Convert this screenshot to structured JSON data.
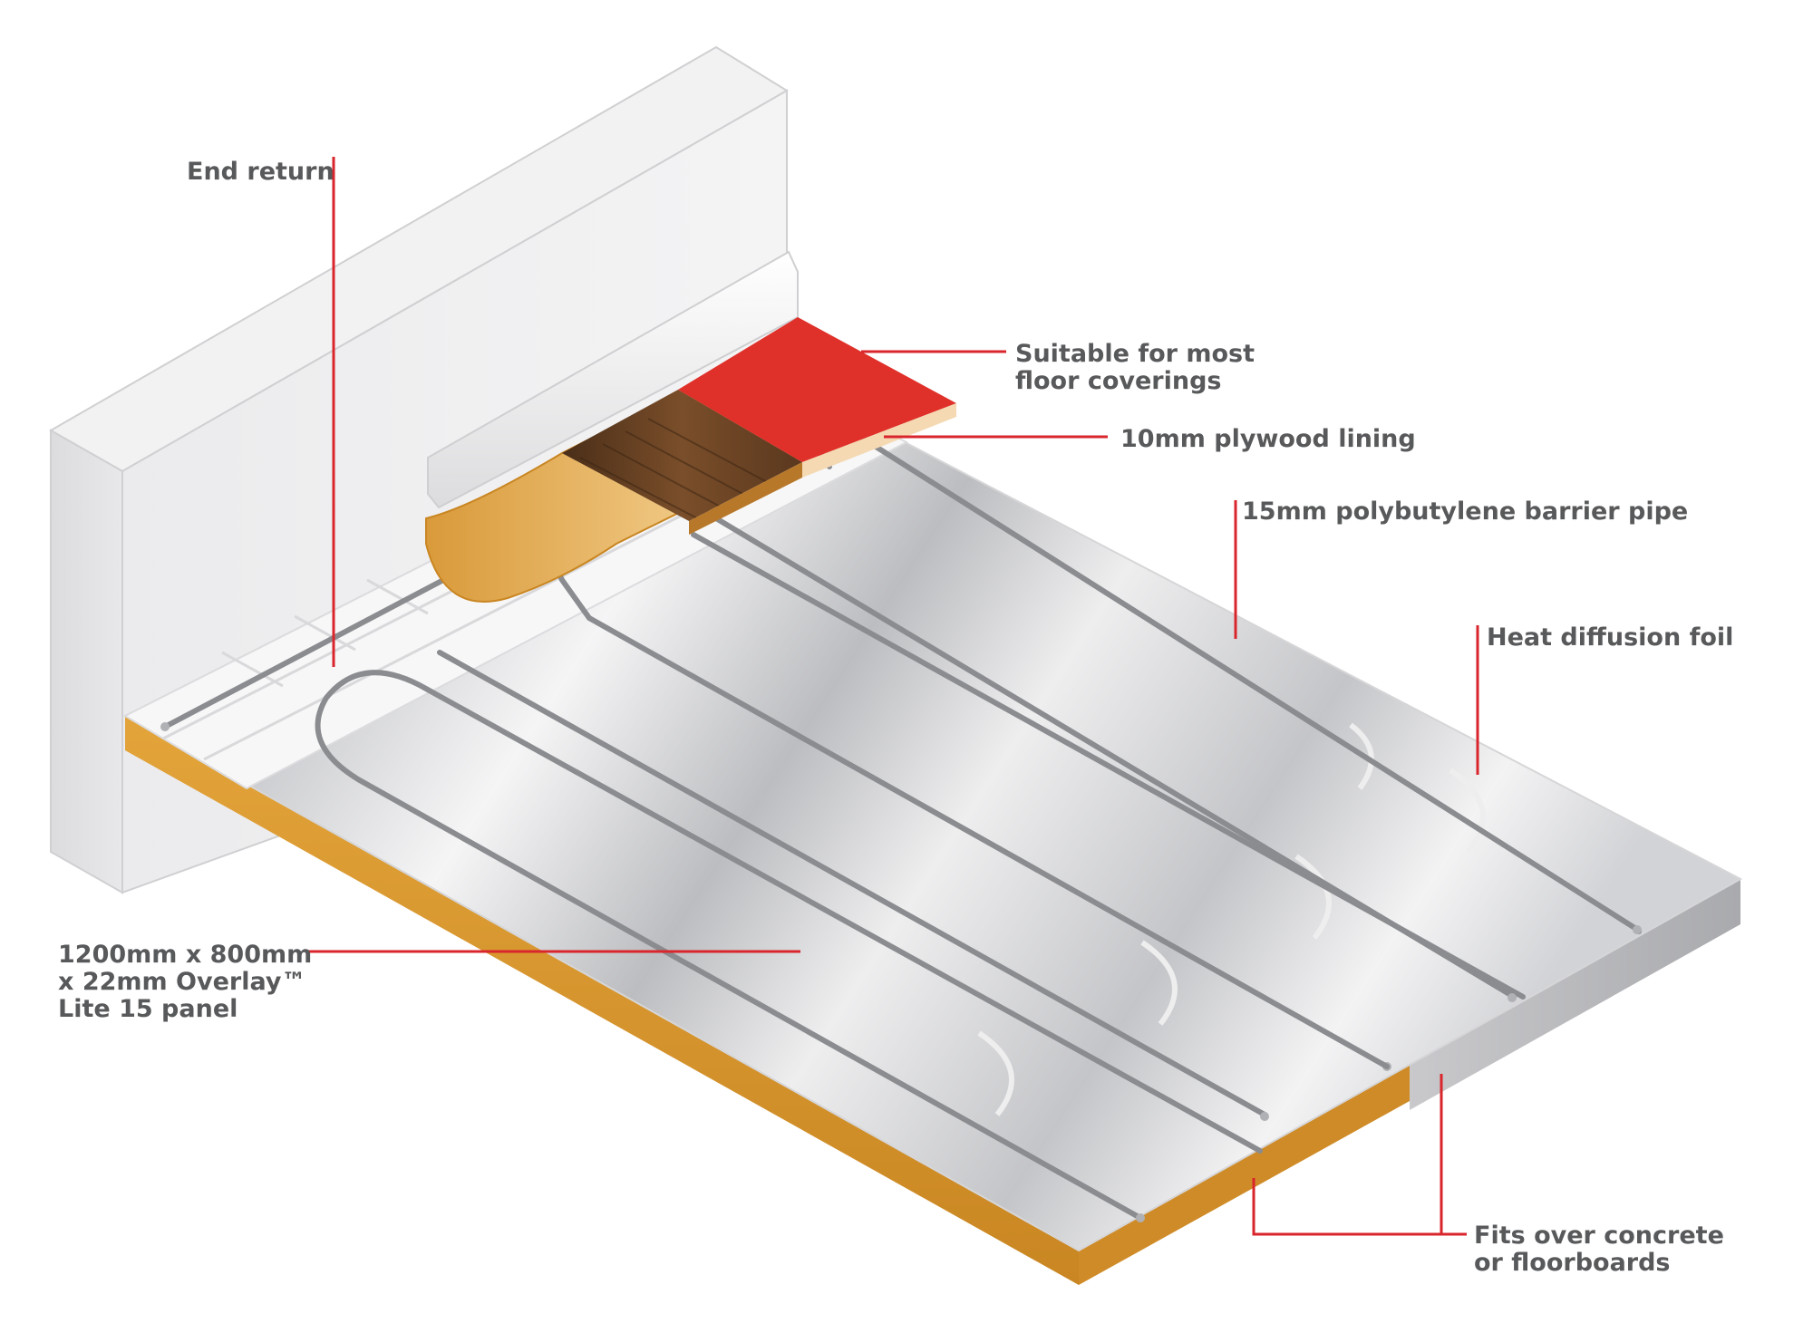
{
  "labels": {
    "end_return": "End return",
    "floor_coverings": [
      "Suitable for most",
      "floor coverings"
    ],
    "plywood": "10mm plywood lining",
    "pipe": "15mm polybutylene barrier pipe",
    "foil": "Heat diffusion foil",
    "panel": [
      "1200mm x 800mm",
      "x 22mm Overlay™",
      "Lite 15 panel"
    ],
    "fits_over": [
      "Fits over concrete",
      "or floorboards"
    ]
  },
  "colors": {
    "leader_line": "#d9262c",
    "label_text": "#58595b",
    "board_edge": "#d8962b",
    "floor_covering_red": "#e0302a",
    "wall": "#e6e6e8",
    "foil": "#dcdde0",
    "pipe": "#8a8c8f"
  }
}
